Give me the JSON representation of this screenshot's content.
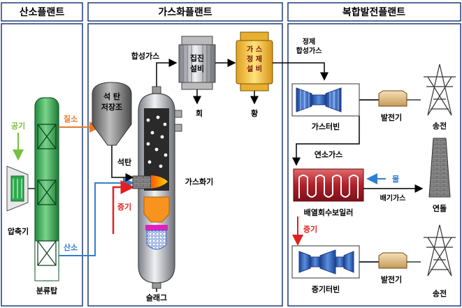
{
  "sections": {
    "oxygen_plant": "산소플랜트",
    "gasification_plant": "가스화플랜트",
    "combined_cycle_plant": "복합발전플랜트"
  },
  "labels": {
    "air": "공기",
    "compressor": "압축기",
    "nitrogen": "질소",
    "oxygen": "산소",
    "distillation_tower": "분류탑",
    "coal_storage_line1": "석 탄",
    "coal_storage_line2": "저장조",
    "coal": "석탄",
    "steam_in": "증기",
    "gasifier": "가스화기",
    "slag": "슬래그",
    "syngas": "합성가스",
    "dust_collector_line1": "집진",
    "dust_collector_line2": "설비",
    "ash": "회",
    "gas_cleanup_line1": "가 스",
    "gas_cleanup_line2": "정 제",
    "gas_cleanup_line3": "설 비",
    "sulfur": "황",
    "clean_syngas_line1": "정제",
    "clean_syngas_line2": "합성가스",
    "gas_turbine": "가스터빈",
    "generator_1": "발전기",
    "transmission_1": "송전",
    "flue_gas": "연소가스",
    "water": "물",
    "hrsg": "배열회수보일러",
    "exhaust_gas": "배기가스",
    "chimney": "연돌",
    "steam_out": "증기",
    "steam_turbine": "증기터빈",
    "generator_2": "발전기",
    "transmission_2": "송전"
  },
  "colors": {
    "air_line": "#77c043",
    "nitrogen_line": "#e8792a",
    "oxygen_line": "#2f7fd0",
    "steam_line": "#e02020",
    "water_line": "#2f7fd0",
    "tower_green": "#2fa84f",
    "turbine_blue": "#2f5fb8",
    "hrsg_red": "#b0202a",
    "gas_cleanup_yellow": "#f6c43a"
  }
}
